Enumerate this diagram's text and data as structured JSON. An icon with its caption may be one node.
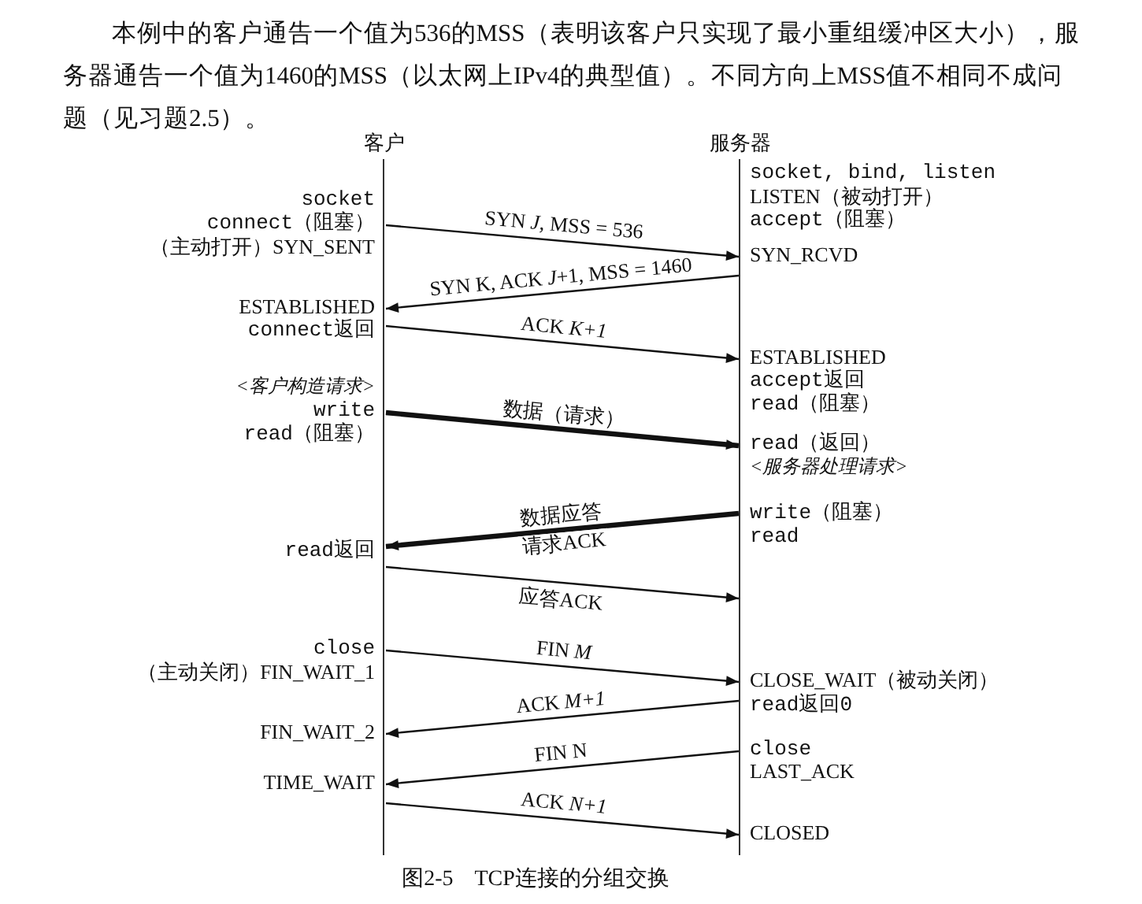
{
  "diagram": {
    "caption": "图2-5 TCP连接的分组交换",
    "nodes": [
      {
        "text": [
          "客户"
        ],
        "beside": [
          "socket",
          "connect（阻塞）",
          "（主动打开）SYN_SENT",
          "ESTABLISHED",
          "connect返回",
          "<客户构造请求>",
          "write",
          "read（阻塞）",
          "read返回",
          "close",
          "（主动关闭）FIN_WAIT_1",
          "FIN_WAIT_2",
          "TIME_WAIT"
        ]
      },
      {
        "text": [
          "服务器"
        ],
        "beside": [
          "socket, bind, listen",
          "LISTEN（被动打开）",
          "accept（阻塞）",
          "SYN_RCVD",
          "ESTABLISHED",
          "accept返回",
          "read（阻塞）",
          "read（返回）",
          "<服务器处理请求>",
          "write（阻塞）",
          "read",
          "CLOSE_WAIT（被动关闭）",
          "read返回0",
          "close",
          "LAST_ACK",
          "CLOSED"
        ]
      }
    ],
    "edges": [
      {
        "from": 0,
        "to": 1,
        "arrow": "to",
        "label": "SYN *J*, MSS = 536"
      },
      {
        "from": 1,
        "to": 0,
        "arrow": "to",
        "label": "SYN K, ACK *J*+1, MSS = 1460"
      },
      {
        "from": 0,
        "to": 1,
        "arrow": "to",
        "label": "ACK *K+1*"
      },
      {
        "from": 0,
        "to": 1,
        "arrow": "to",
        "label": "数据（请求）",
        "style": "thick"
      },
      {
        "from": 1,
        "to": 0,
        "arrow": "to",
        "label": "数据应答",
        "style": "thick"
      },
      {
        "from": 0,
        "to": 1,
        "arrow": "to",
        "label": "应答ACK"
      },
      {
        "from": 0,
        "to": 1,
        "arrow": "to",
        "label": "FIN *M*"
      },
      {
        "from": 1,
        "to": 0,
        "arrow": "to",
        "label": "ACK *M+1*"
      },
      {
        "from": 1,
        "to": 0,
        "arrow": "to",
        "label": "FIN N"
      },
      {
        "from": 0,
        "to": 1,
        "arrow": "to",
        "label": "ACK *N+1*"
      }
    ],
    "labels": [
      "本例中的客户通告一个值为536的MSS（表明该客户只实现了最小重组缓冲区大小），服务器通告一个值为1460的MSS（以太网上IPv4的典型值）。不同方向上MSS值不相同不成问题（见习题2.5）。",
      "请求ACK"
    ]
  }
}
